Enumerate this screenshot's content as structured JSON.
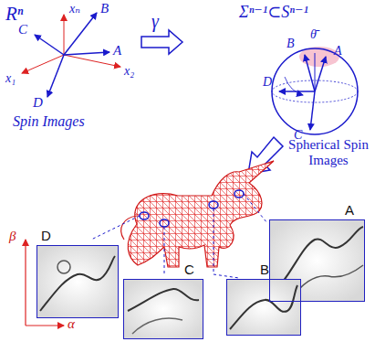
{
  "diagram": {
    "nodes": [
      {
        "text": [
          "A"
        ]
      },
      {
        "text": [
          "B"
        ]
      },
      {
        "text": [
          "C"
        ]
      },
      {
        "text": [
          "D"
        ]
      }
    ],
    "labels": [
      "Rⁿ",
      "xₙ",
      "B",
      "C",
      "A",
      "x₂",
      "x₁",
      "D",
      "Spin Images",
      "γ",
      "Σⁿ⁻¹⊂Sⁿ⁻¹",
      "B",
      "θ̄",
      "A",
      "D",
      "C",
      "Spherical Spin Images",
      "β",
      "α"
    ]
  }
}
